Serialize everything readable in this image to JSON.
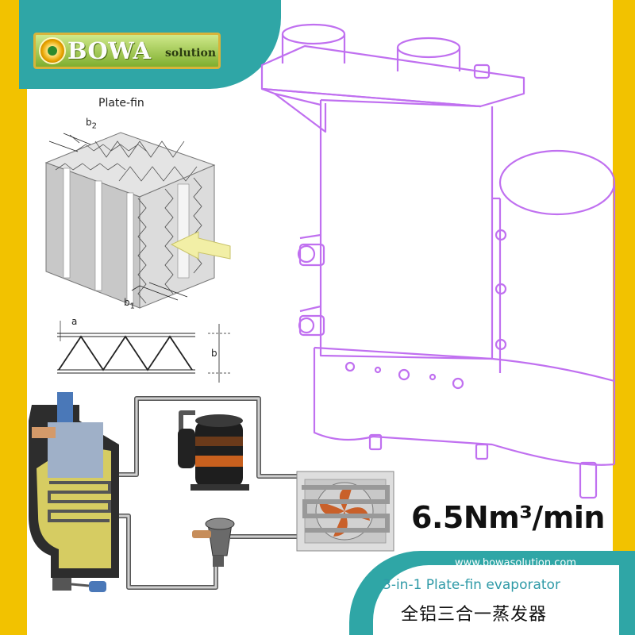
{
  "brand": {
    "name": "BOWA",
    "suffix": "solution",
    "website": "www.bowasolution.com"
  },
  "diagram": {
    "plate_fin_caption": "Plate-fin",
    "dim_b2": "b",
    "dim_b2_sub": "2",
    "dim_b1": "b",
    "dim_b1_sub": "1",
    "dim_a": "a",
    "dim_b": "b"
  },
  "product": {
    "flow_rate": "6.5Nm³/min",
    "name_en": "3-in-1 Plate-fin evaporator",
    "name_cn": "全铝三合一蒸发器"
  },
  "colors": {
    "frame_yellow": "#f2c200",
    "teal": "#2fa6a6",
    "outline_purple": "#c070f0",
    "logo_green": "#8bbf36"
  }
}
